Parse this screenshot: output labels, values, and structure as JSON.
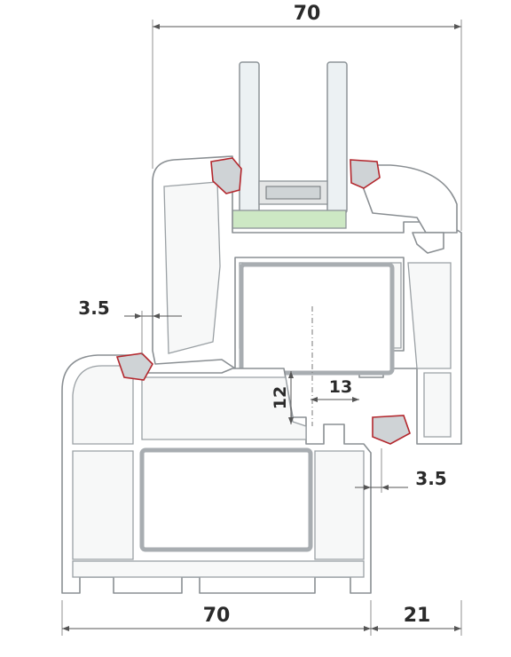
{
  "dimensions": {
    "top_width": "70",
    "left_wall": "3.5",
    "right_wall": "3.5",
    "rebate_height": "12",
    "rebate_width": "13",
    "bottom_frame_width": "70",
    "bottom_offset": "21"
  },
  "colors": {
    "outline": "#8a8f93",
    "gasket": "#b3272d",
    "spacer_green": "#cde8c4",
    "dimension": "#2a2a2a"
  }
}
